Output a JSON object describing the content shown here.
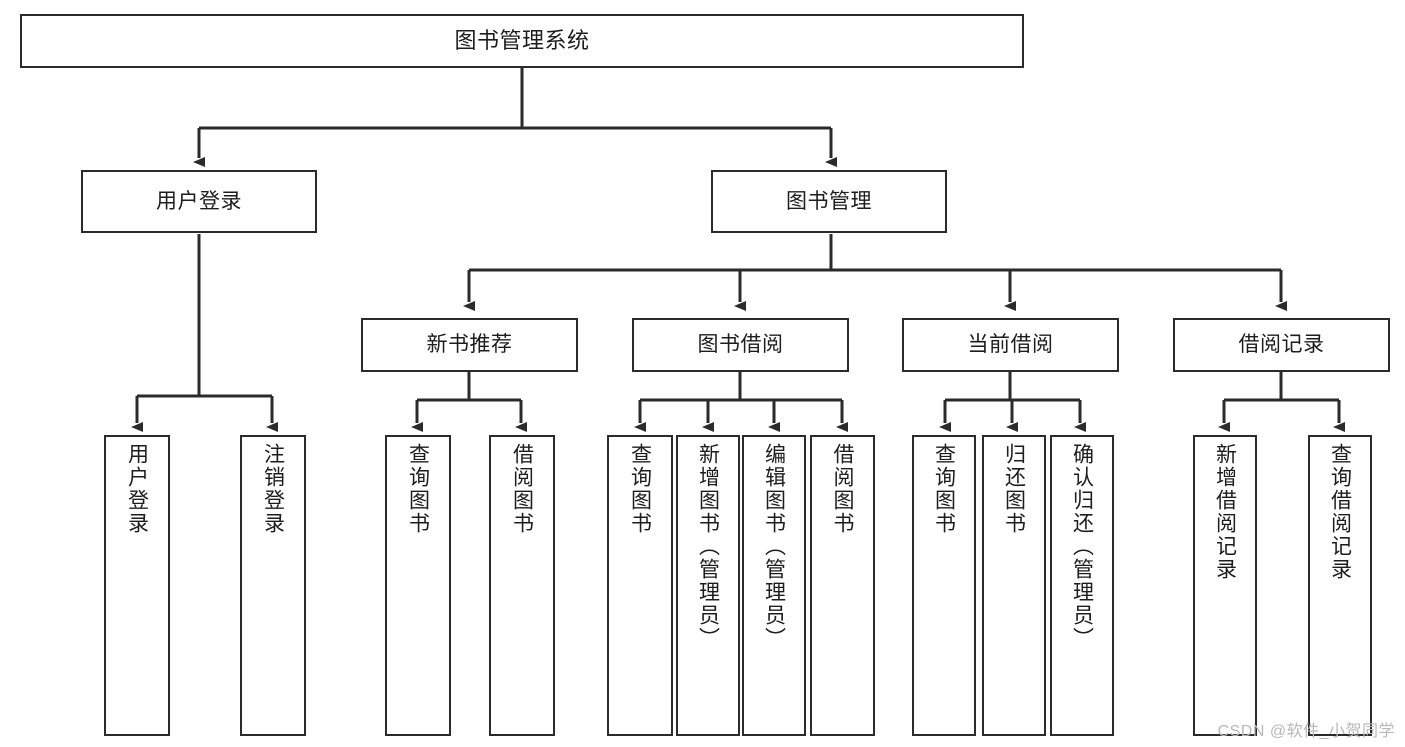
{
  "diagram": {
    "title": "图书管理系统",
    "colors": {
      "box_border": "#2b2b2b",
      "box_fill": "#ffffff",
      "edge": "#2b2b2b",
      "text": "#1d1d1d",
      "watermark": "#b8b8b8",
      "background": "#ffffff"
    },
    "root": {
      "label": "图书管理系统"
    },
    "level2": [
      {
        "label": "用户登录"
      },
      {
        "label": "图书管理"
      }
    ],
    "level3": [
      {
        "label": "新书推荐"
      },
      {
        "label": "图书借阅"
      },
      {
        "label": "当前借阅"
      },
      {
        "label": "借阅记录"
      }
    ],
    "leaves": {
      "user_login": [
        {
          "label": "用户登录"
        },
        {
          "label": "注销登录"
        }
      ],
      "new_book": [
        {
          "label": "查询图书"
        },
        {
          "label": "借阅图书"
        }
      ],
      "book_borrow": [
        {
          "label": "查询图书"
        },
        {
          "label": "新增图书（管理员）"
        },
        {
          "label": "编辑图书（管理员）"
        },
        {
          "label": "借阅图书"
        }
      ],
      "current_borrow": [
        {
          "label": "查询图书"
        },
        {
          "label": "归还图书"
        },
        {
          "label": "确认归还（管理员）"
        }
      ],
      "borrow_record": [
        {
          "label": "新增借阅记录"
        },
        {
          "label": "查询借阅记录"
        }
      ]
    },
    "watermark": "CSDN @软件_小贺同学"
  }
}
